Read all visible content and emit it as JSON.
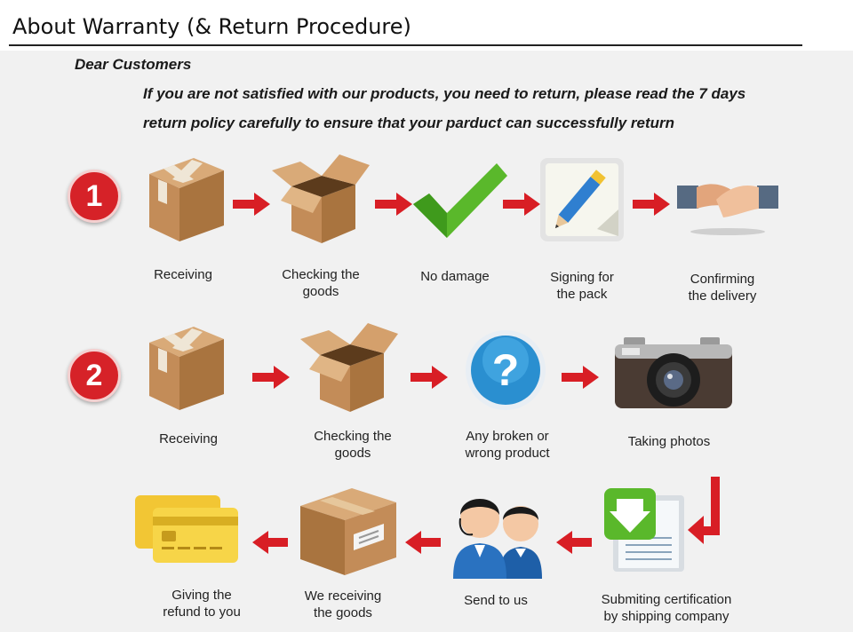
{
  "title": "About Warranty (& Return Procedure)",
  "greeting": "Dear Customers",
  "intro": {
    "line1": "If you are not satisfied with our products, you need to return, please read the 7 days",
    "line2": "return policy carefully to ensure that your parduct can successfully return"
  },
  "row1": {
    "badge": "1",
    "steps": [
      {
        "label": "Receiving",
        "icon": "box-closed-icon"
      },
      {
        "label": "Checking the\ngoods",
        "icon": "box-open-icon"
      },
      {
        "label": "No damage",
        "icon": "checkmark-icon"
      },
      {
        "label": "Signing for\nthe pack",
        "icon": "pencil-paper-icon"
      },
      {
        "label": "Confirming\nthe delivery",
        "icon": "handshake-icon"
      }
    ]
  },
  "row2": {
    "badge": "2",
    "steps": [
      {
        "label": "Receiving",
        "icon": "box-closed-icon"
      },
      {
        "label": "Checking the\ngoods",
        "icon": "box-open-icon"
      },
      {
        "label": "Any broken or\nwrong product",
        "icon": "question-icon"
      },
      {
        "label": "Taking photos",
        "icon": "camera-icon"
      }
    ]
  },
  "row3": {
    "steps": [
      {
        "label": "Submiting certification\nby shipping company",
        "icon": "document-download-icon"
      },
      {
        "label": "Send to us",
        "icon": "support-agents-icon"
      },
      {
        "label": "We receiving\nthe goods",
        "icon": "box-label-icon"
      },
      {
        "label": "Giving the\nrefund to you",
        "icon": "credit-cards-icon"
      }
    ]
  },
  "colors": {
    "arrow": "#d81e25",
    "badge": "#d62228",
    "box": "#c99560",
    "check": "#5ab82b",
    "question": "#2a8fd0"
  }
}
